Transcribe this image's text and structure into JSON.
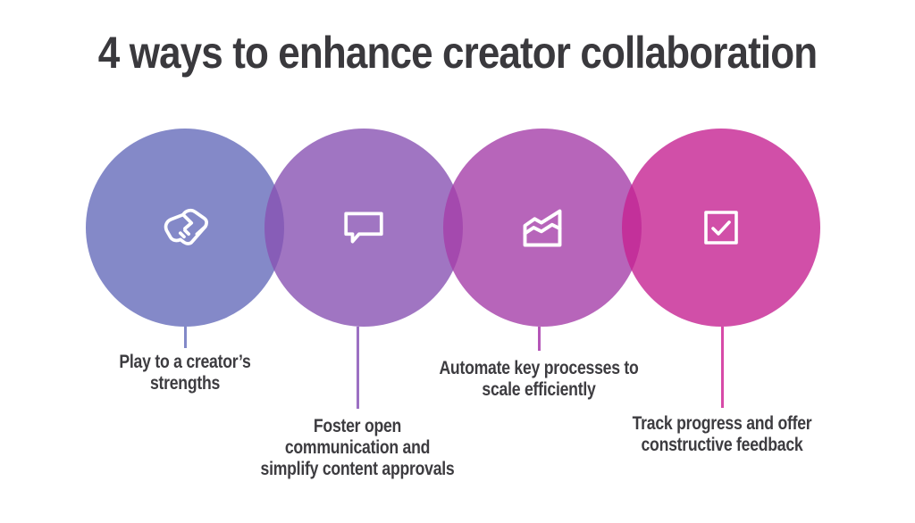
{
  "title": "4 ways to enhance creator collaboration",
  "colors": {
    "background": "#ffffff",
    "title_text": "#3a393d",
    "label_text": "#3d3c40",
    "icon_stroke": "#ffffff",
    "circle_overlap_blend_note": "circles are translucent; overlaps darken",
    "observed_circle_colors": [
      "#8489c8",
      "#a075c2",
      "#b765ba",
      "#d14fa8"
    ]
  },
  "steps": [
    {
      "icon": "handshake-icon",
      "circle_color": "rgba(101,108,186,0.8)",
      "line_color": "#8289c8",
      "label_lines": [
        "Play to a creator’s",
        "strengths"
      ]
    },
    {
      "icon": "speech-bubble-icon",
      "circle_color": "rgba(136,83,179,0.8)",
      "line_color": "#9c70c3",
      "label_lines": [
        "Foster open",
        "communication and",
        "simplify content approvals"
      ]
    },
    {
      "icon": "area-chart-icon",
      "circle_color": "rgba(165,63,169,0.8)",
      "line_color": "#b556b8",
      "label_lines": [
        "Automate key processes to",
        "scale efficiently"
      ]
    },
    {
      "icon": "checkbox-icon",
      "circle_color": "rgba(198,35,146,0.8)",
      "line_color": "#d74aa8",
      "label_lines": [
        "Track progress and offer",
        "constructive feedback"
      ]
    }
  ]
}
